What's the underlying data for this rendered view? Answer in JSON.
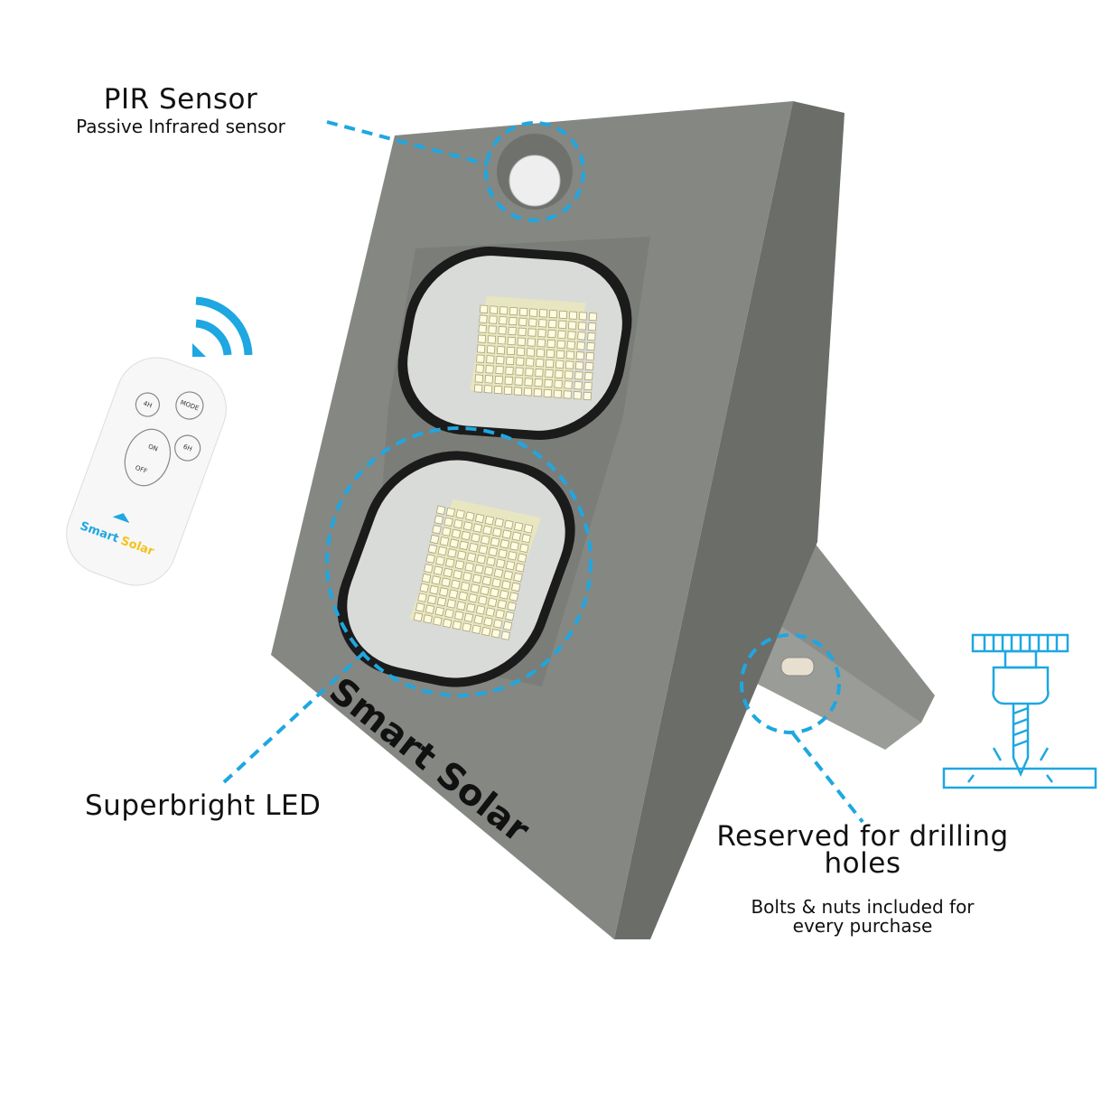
{
  "callouts": {
    "pir": {
      "title": "PIR Sensor",
      "subtitle": "Passive Infrared sensor"
    },
    "led": {
      "title": "Superbright LED"
    },
    "holes": {
      "title_line1": "Reserved for drilling",
      "title_line2": "holes",
      "note_line1": "Bolts & nuts included for",
      "note_line2": "every purchase"
    }
  },
  "remote": {
    "buttons": [
      "MODE",
      "4H",
      "6H",
      "ON",
      "OFF"
    ],
    "brand_part1": "Smart",
    "brand_part2": "Solar"
  },
  "product": {
    "brand": "Smart Solar"
  },
  "colors": {
    "accent": "#1ea7e1",
    "body": "#7d7f7b",
    "brand_yellow": "#f4c21b"
  }
}
